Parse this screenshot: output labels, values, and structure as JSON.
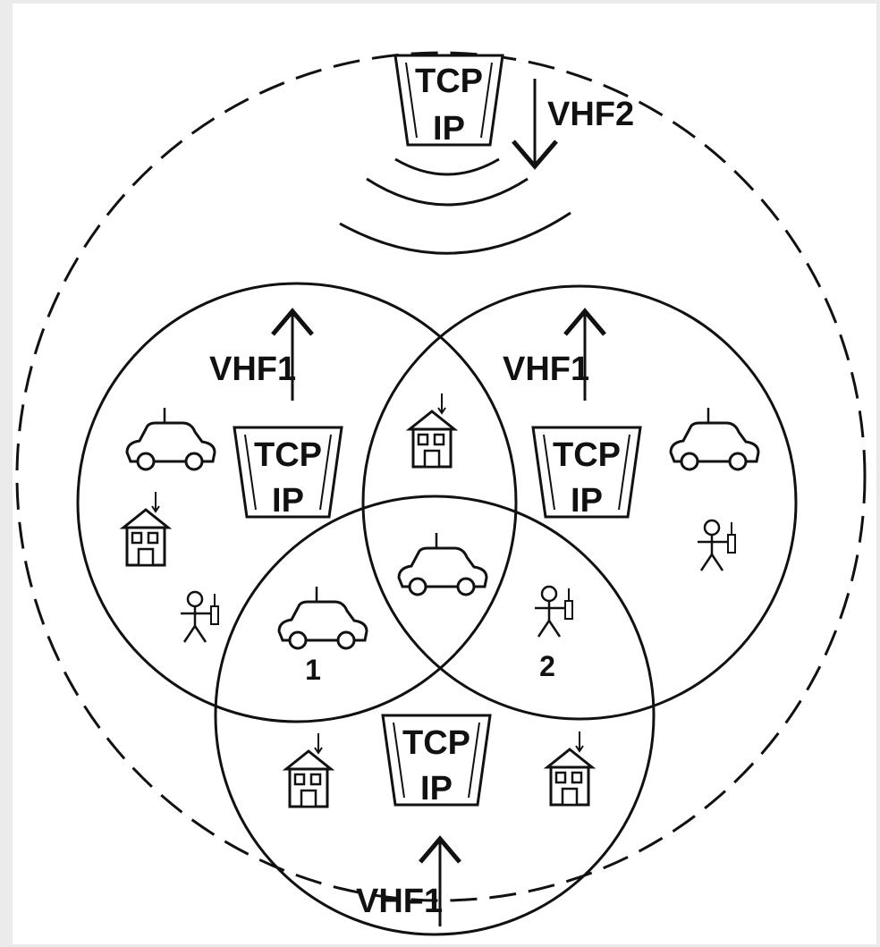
{
  "diagram": {
    "colors": {
      "background": "#ebebeb",
      "panel": "#ffffff",
      "ink": "#111111"
    },
    "top_node": {
      "line1": "TCP",
      "line2": "IP",
      "link_label": "VHF2"
    },
    "clusters": [
      {
        "line1": "TCP",
        "line2": "IP",
        "link_label": "VHF1"
      },
      {
        "line1": "TCP",
        "line2": "IP",
        "link_label": "VHF1"
      },
      {
        "line1": "TCP",
        "line2": "IP",
        "link_label": "VHF1"
      }
    ],
    "overlap_labels": [
      "1",
      "2"
    ],
    "icons": {
      "vehicle": "car-with-antenna-icon",
      "building": "house-with-antenna-icon",
      "soldier": "person-with-radio-icon",
      "node": "tcp-ip-node-icon",
      "radio_waves": "radio-waves-icon"
    }
  }
}
